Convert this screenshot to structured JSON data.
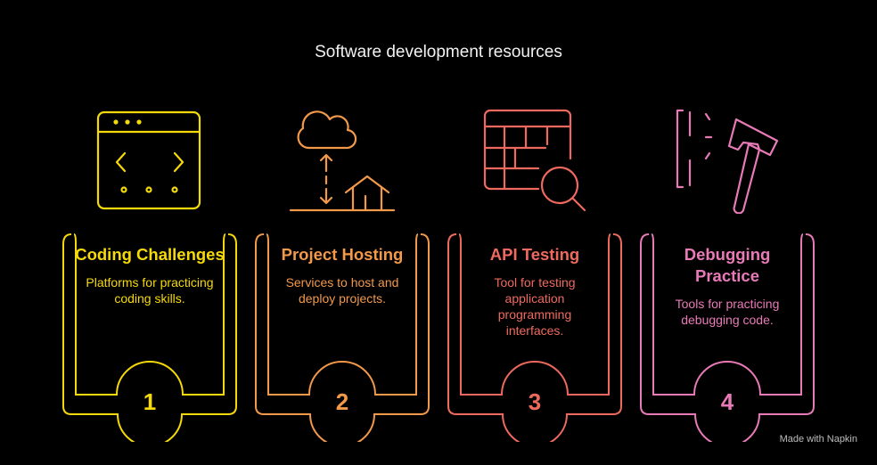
{
  "title": "Software development resources",
  "colors": {
    "yellow": "#F5D90A",
    "orange": "#F2994A",
    "coral": "#EE6A5F",
    "pink": "#E97AB8"
  },
  "cards": [
    {
      "title": "Coding Challenges",
      "description": "Platforms for practicing coding skills.",
      "number": "1",
      "icon": "code-window-icon"
    },
    {
      "title": "Project Hosting",
      "description": "Services to host and deploy projects.",
      "number": "2",
      "icon": "cloud-upload-house-icon"
    },
    {
      "title": "API Testing",
      "description": "Tool for testing application programming interfaces.",
      "number": "3",
      "icon": "table-magnifier-icon"
    },
    {
      "title": "Debugging Practice",
      "description": "Tools for practicing debugging code.",
      "number": "4",
      "icon": "hammer-icon"
    }
  ],
  "brand": "Made with  Napkin"
}
